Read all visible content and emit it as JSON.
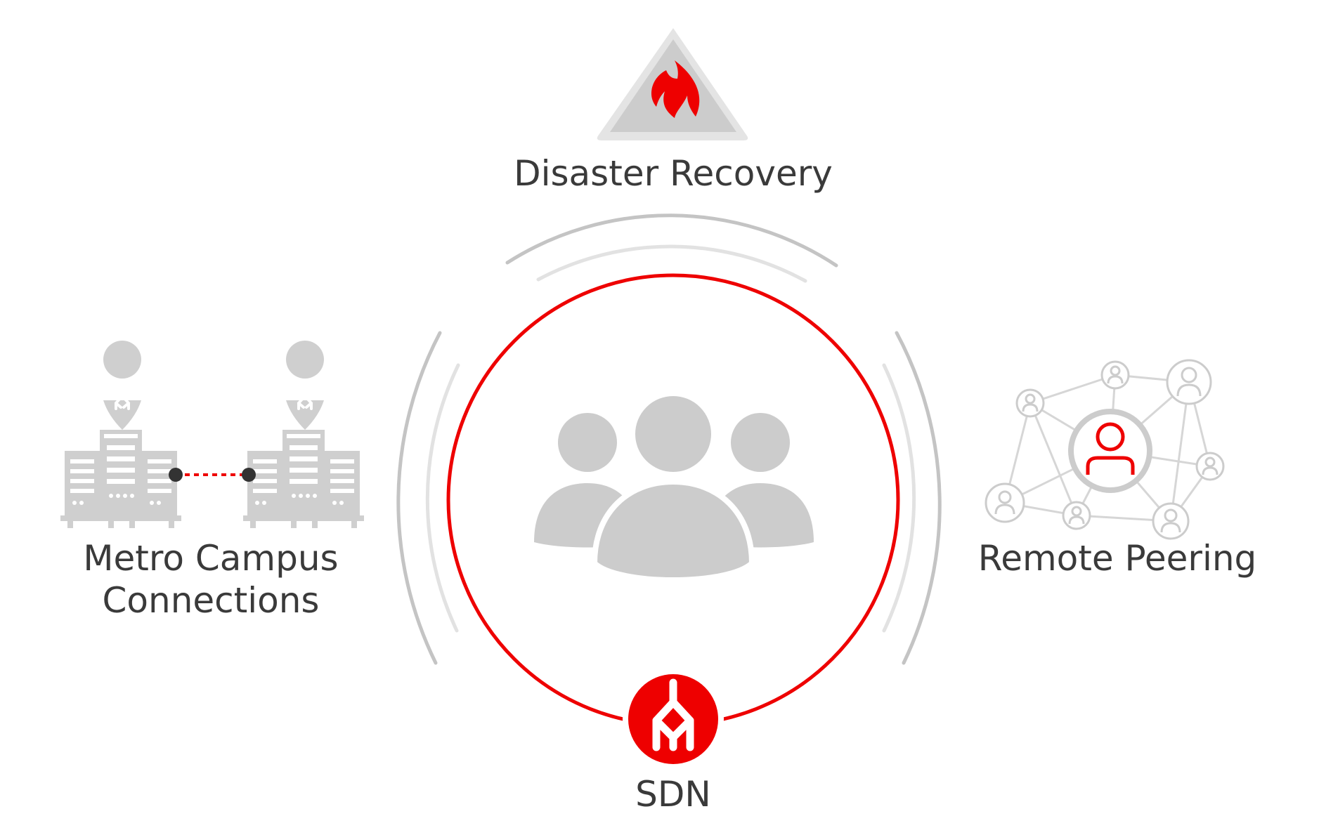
{
  "diagram": {
    "center": {
      "label": "SDN"
    },
    "nodes": {
      "disaster_recovery": {
        "label": "Disaster Recovery"
      },
      "metro_campus": {
        "label_line1": "Metro Campus",
        "label_line2": "Connections"
      },
      "remote_peering": {
        "label": "Remote Peering"
      }
    }
  },
  "icons": {
    "top": "fire-warning-icon",
    "center": "user-group-icon",
    "bottom": "sdn-logo-icon",
    "left": "data-center-link-icon",
    "right": "peer-network-icon"
  },
  "colors": {
    "accent": "#ee0000",
    "icon_gray": "#cccccc",
    "arc_gray": "#c4c4c4",
    "arc_light": "#e0e0e0",
    "text": "#3a3a3a",
    "dot": "#333333"
  }
}
